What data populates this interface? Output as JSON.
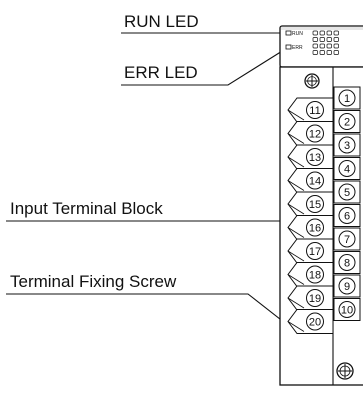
{
  "labels": {
    "run_led": "RUN LED",
    "err_led": "ERR LED",
    "input_terminal_block": "Input Terminal Block",
    "terminal_fixing_screw": "Terminal Fixing Screw"
  },
  "indicators": {
    "run": "RUN",
    "err": "ERR"
  },
  "terminals": {
    "right": [
      "1",
      "2",
      "3",
      "4",
      "5",
      "6",
      "7",
      "8",
      "9",
      "10"
    ],
    "left": [
      "11",
      "12",
      "13",
      "14",
      "15",
      "16",
      "17",
      "18",
      "19",
      "20"
    ]
  },
  "colors": {
    "stroke": "#111111",
    "background": "#ffffff"
  }
}
